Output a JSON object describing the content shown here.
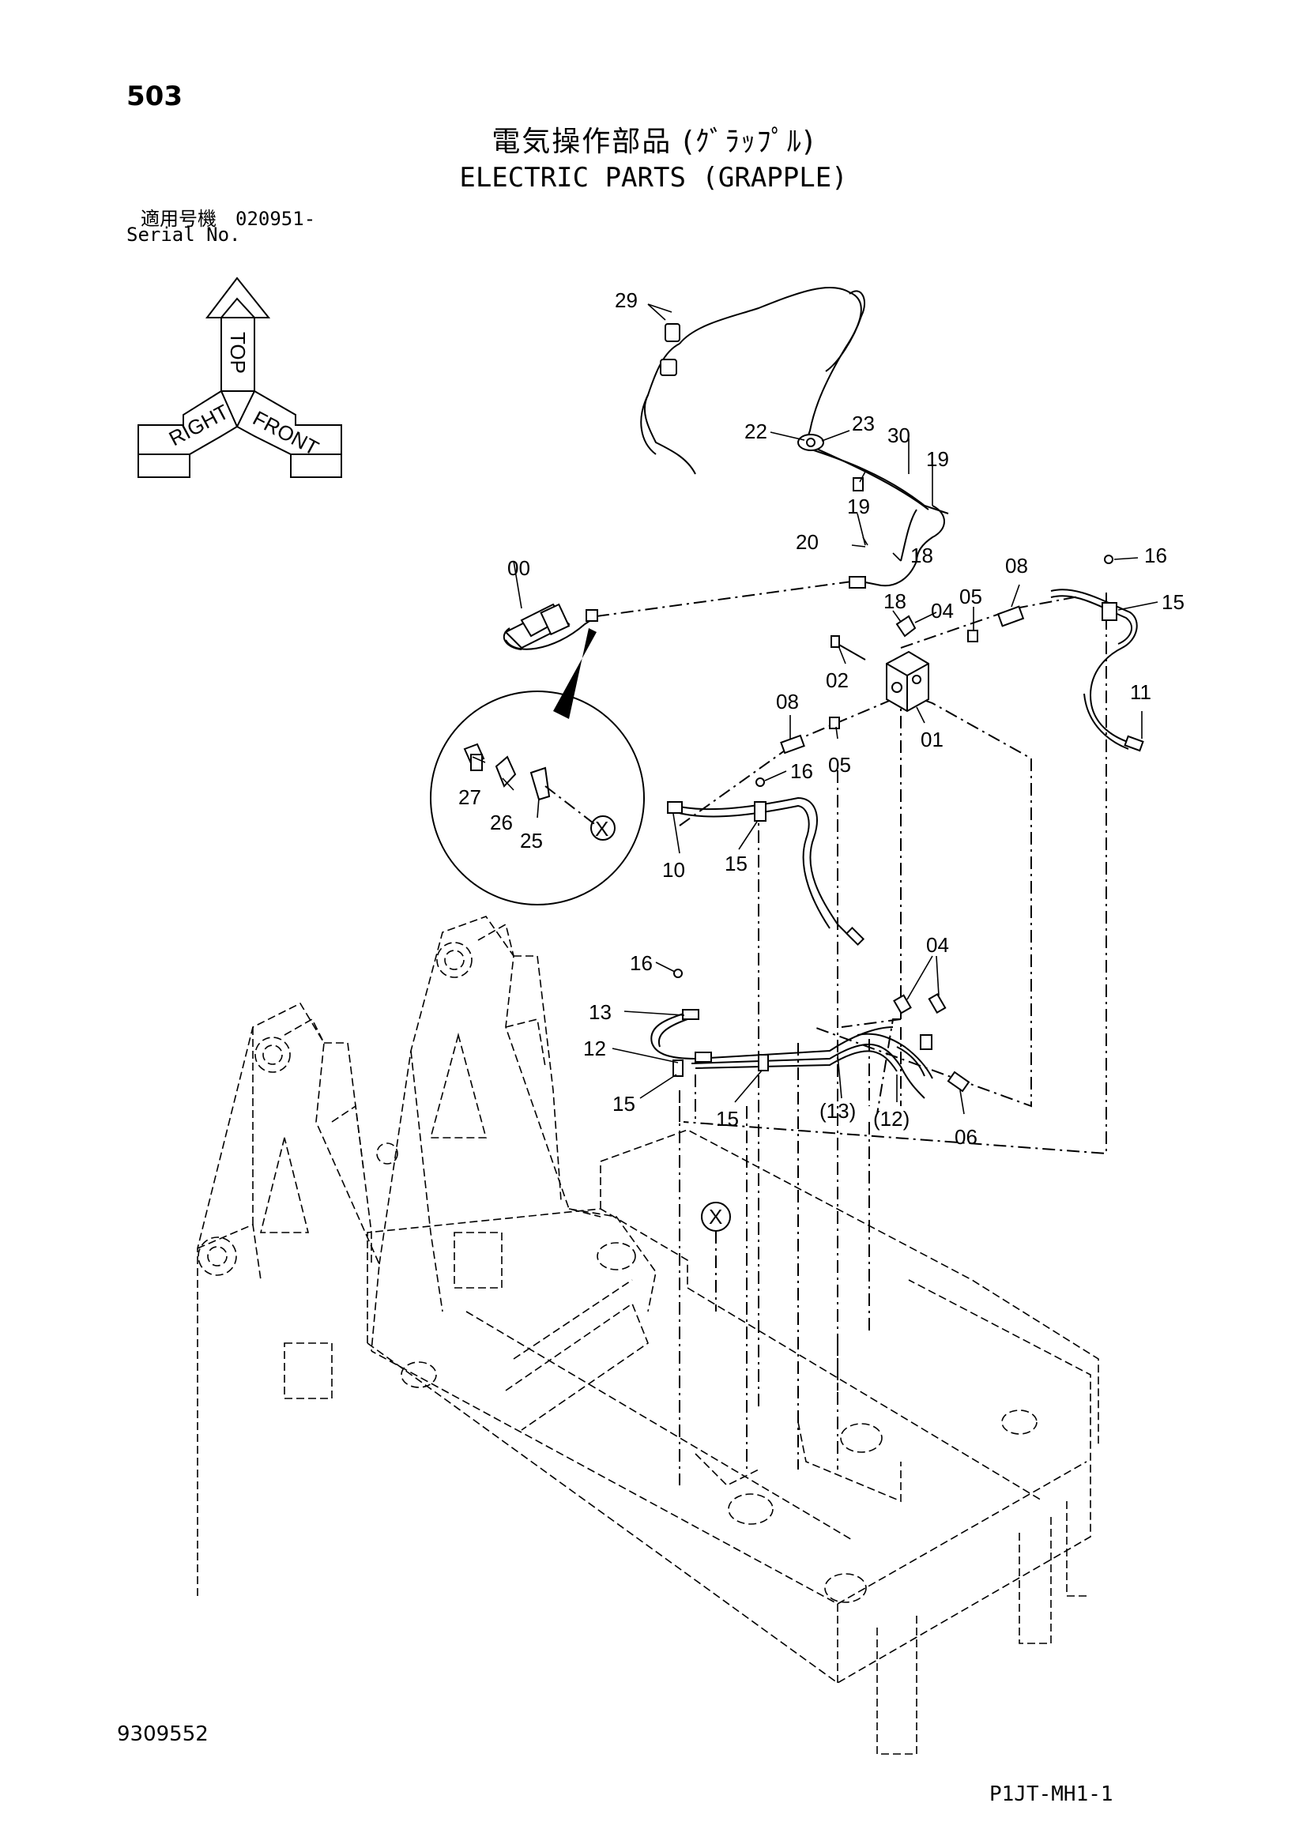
{
  "header": {
    "page_number": "503",
    "title_jp": "電気操作部品 (ｸﾞﾗｯﾌﾟﾙ)",
    "title_en": "ELECTRIC PARTS (GRAPPLE)",
    "serial_jp": "適用号機　020951-",
    "serial_en": "Serial No."
  },
  "footer": {
    "drawing_number": "9309552",
    "page_code": "P1JT-MH1-1"
  },
  "orientation": {
    "top": "TOP",
    "right": "RIGHT",
    "front": "FRONT"
  },
  "callouts": [
    "29",
    "22",
    "23",
    "30",
    "19",
    "19",
    "20",
    "18",
    "00",
    "18",
    "04",
    "05",
    "08",
    "16",
    "15",
    "02",
    "01",
    "11",
    "08",
    "05",
    "16",
    "27",
    "26",
    "25",
    "X",
    "10",
    "15",
    "16",
    "04",
    "13",
    "12",
    "15",
    "15",
    "(13)",
    "(12)",
    "06",
    "X"
  ]
}
